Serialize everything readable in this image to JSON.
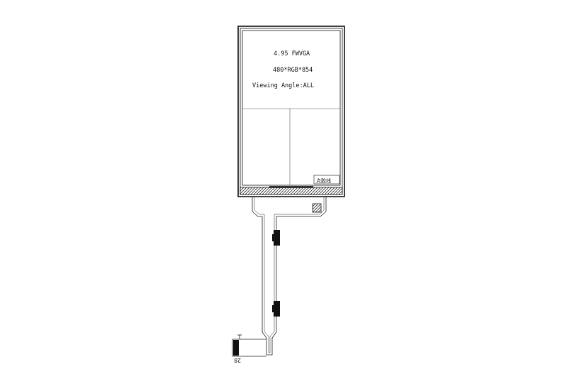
{
  "panel": {
    "size_label": "4.95 FWVGA",
    "resolution_label": "480*RGB*854",
    "viewing_angle_label": "Viewing Angle:ALL",
    "corner_tag": "点胶线"
  },
  "connector": {
    "pin_label": "28"
  }
}
